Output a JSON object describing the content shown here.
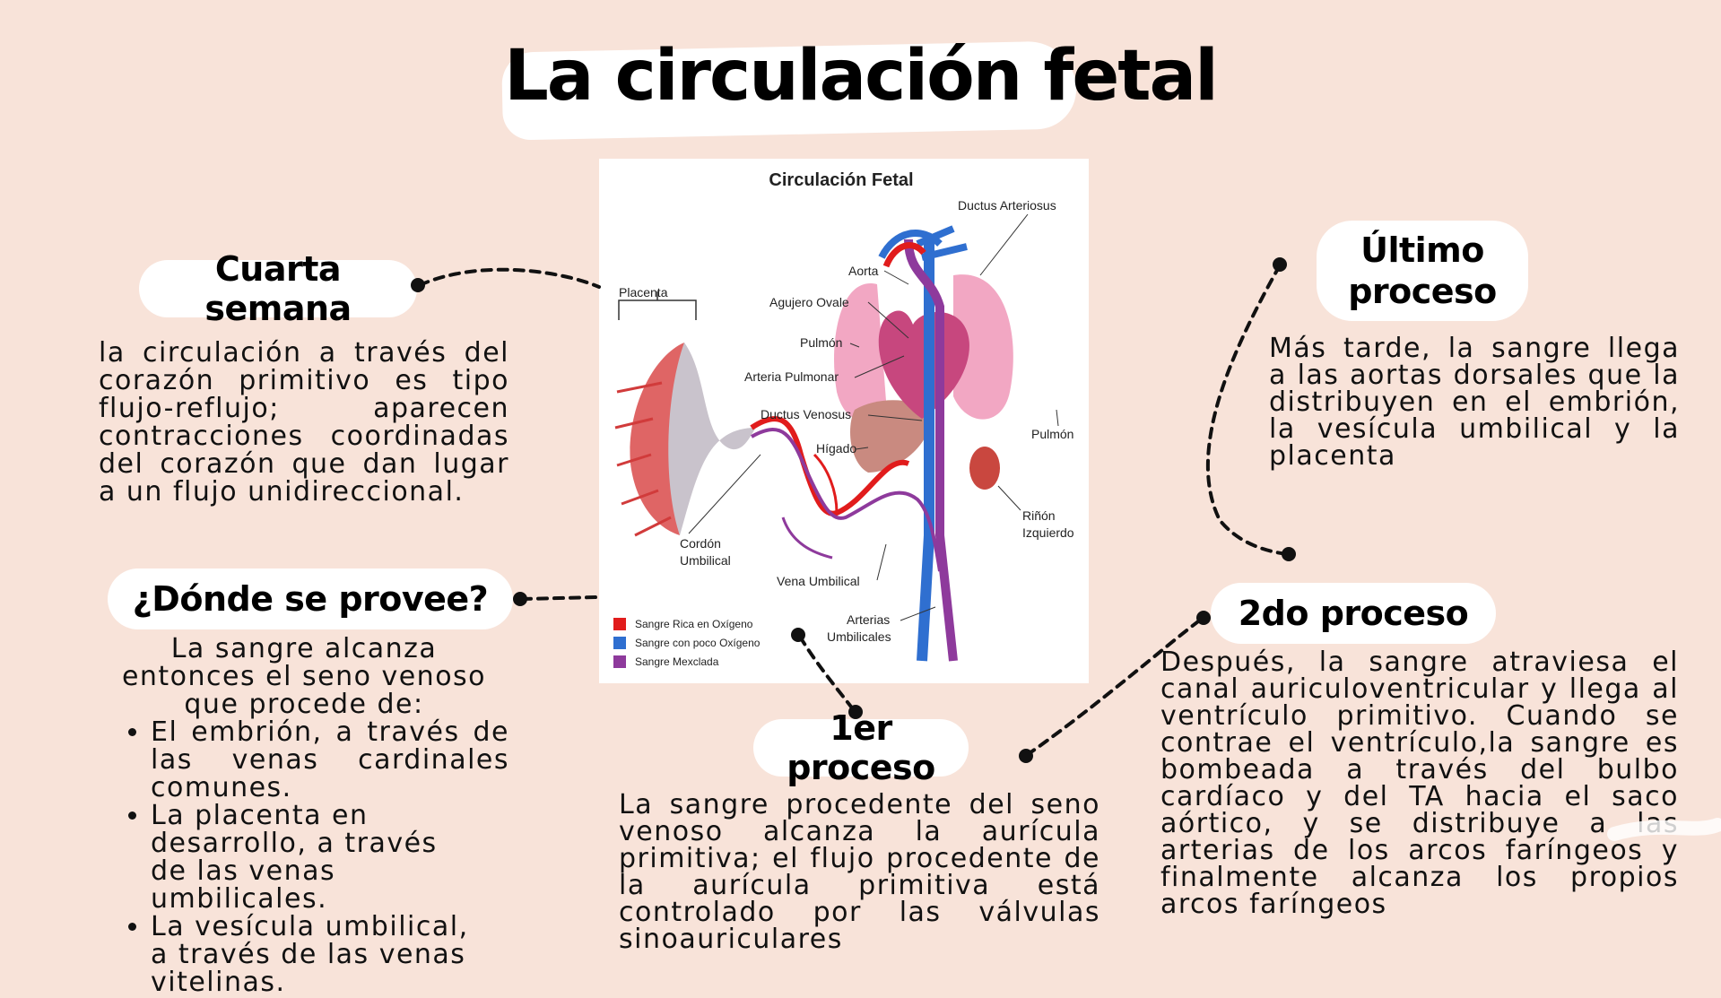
{
  "title": "La circulación fetal",
  "sections": {
    "cuarta": {
      "heading": "Cuarta semana",
      "text": "la circulación a través del corazón primitivo es tipo flujo-reflujo; aparecen contracciones coordinadas del corazón que dan lugar a un flujo unidireccional."
    },
    "donde": {
      "heading": "¿Dónde se provee?",
      "intro": "La sangre alcanza entonces el seno venoso que procede de:",
      "items": [
        "El embrión, a través de las venas cardinales comunes.",
        "La placenta en desarrollo, a través de las venas umbilicales.",
        "La vesícula umbilical, a través de las venas vitelinas."
      ]
    },
    "primero": {
      "heading": "1er proceso",
      "text": "La sangre procedente del seno venoso alcanza la aurícula primitiva; el flujo procedente de la aurícula primitiva está controlado por las válvulas sinoauriculares"
    },
    "segundo": {
      "heading": "2do proceso",
      "text": "Después, la sangre atraviesa el canal auriculoventricular y llega al ventrículo primitivo. Cuando se contrae el ventrículo,la sangre es bombeada a través del bulbo cardíaco y del TA hacia el saco aórtico, y se distribuye a las arterias de los arcos faríngeos y finalmente alcanza los propios arcos faríngeos"
    },
    "ultimo": {
      "heading_line1": "Último",
      "heading_line2": "proceso",
      "text": "Más tarde, la sangre llega a las aortas dorsales que la distribuyen en el embrión, la vesícula umbilical y la placenta"
    }
  },
  "diagram": {
    "title": "Circulación Fetal",
    "labels": {
      "placenta": "Placenta",
      "ductus_arteriosus": "Ductus Arteriosus",
      "aorta": "Aorta",
      "agujero_ovale": "Agujero Ovale",
      "pulmon_left": "Pulmón",
      "arteria_pulmonar": "Arteria Pulmonar",
      "ductus_venosus": "Ductus Venosus",
      "higado": "Hígado",
      "pulmon_right": "Pulmón",
      "rinon_line1": "Riñón",
      "rinon_line2": "Izquierdo",
      "cordon_line1": "Cordón",
      "cordon_line2": "Umbilical",
      "vena_umbilical": "Vena Umbilical",
      "arterias_line1": "Arterias",
      "arterias_line2": "Umbilicales"
    },
    "legend": [
      {
        "label": "Sangre Rica en Oxígeno",
        "color": "#e11c1c"
      },
      {
        "label": "Sangre con poco Oxígeno",
        "color": "#2f6fd0"
      },
      {
        "label": "Sangre Mexclada",
        "color": "#8e3a9c"
      }
    ]
  },
  "colors": {
    "background": "#f8e3d9",
    "pill": "#ffffff",
    "text": "#111111"
  }
}
